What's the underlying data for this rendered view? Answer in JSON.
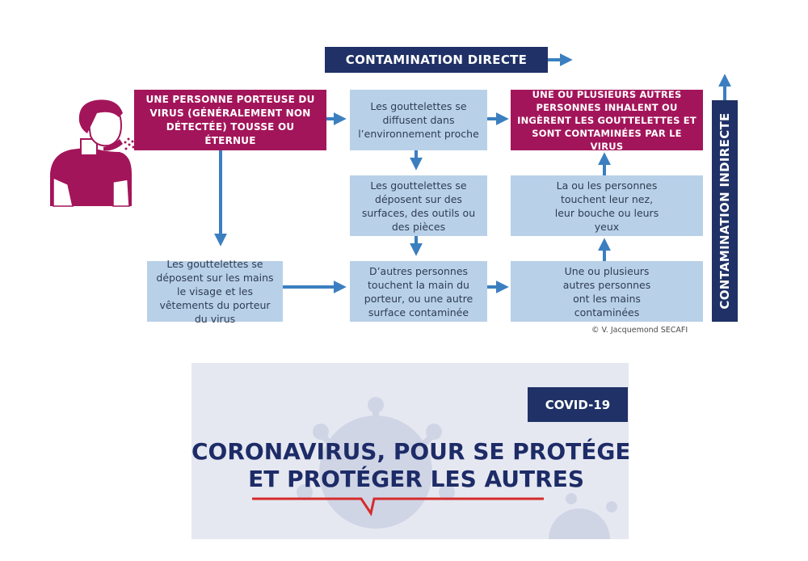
{
  "diagram": {
    "direct_label": "CONTAMINATION DIRECTE",
    "indirect_label": "CONTAMINATION INDIRECTE",
    "source_box": "UNE PERSONNE PORTEUSE DU VIRUS (GÉNÉRALEMENT NON DÉTECTÉE) TOUSSE OU ÉTERNUE",
    "result_box": "UNE OU PLUSIEURS AUTRES PERSONNES INHALENT OU INGÈRENT LES GOUTTELETTES ET SONT CONTAMINÉES PAR LE VIRUS",
    "step_diffuse": "Les gouttelettes se diffusent dans l’environnement proche",
    "step_surfaces": "Les gouttelettes se déposent sur des surfaces, des outils ou des pièces",
    "step_touch_face": "La ou les personnes touchent leur nez, leur bouche ou leurs yeux",
    "step_hands": "Les gouttelettes se déposent sur les mains le visage et les vêtements du porteur du virus",
    "step_others_touch": "D’autres personnes touchent la main du porteur, ou une autre surface contaminée",
    "step_contaminated_hands": "Une ou plusieurs autres personnes ont les mains contaminées",
    "credit": "© V. Jacquemond SECAFI",
    "colors": {
      "blue_box": "#b8d1e8",
      "red_box": "#a3155a",
      "navy": "#1f3166",
      "arrow": "#3b7fc0"
    }
  },
  "banner": {
    "badge": "COVID-19",
    "title_line1": "CORONAVIRUS, POUR SE PROTÉGER",
    "title_line2": "ET PROTÉGER LES AUTRES",
    "colors": {
      "background": "#e6e8f1",
      "title": "#1d2c67",
      "underline": "#d52b2b"
    }
  }
}
